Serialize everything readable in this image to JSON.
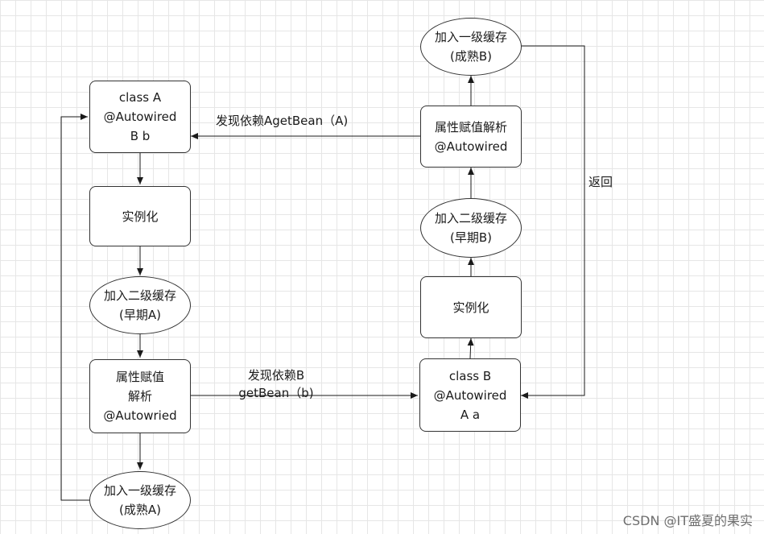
{
  "left_column": {
    "class_a": "class A\n@Autowired\nB b",
    "instantiate": "实例化",
    "add_l2_cache": "加入二级缓存\n(早期A)",
    "attr_resolve": "属性赋值\n解析\n@Autowried",
    "add_l1_cache": "加入一级缓存\n(成熟A)"
  },
  "right_column": {
    "add_l1_cache": "加入一级缓存\n(成熟B)",
    "attr_resolve": "属性赋值解析\n@Autowired",
    "add_l2_cache": "加入二级缓存\n(早期B)",
    "instantiate": "实例化",
    "class_b": "class B\n@Autowired\nA a"
  },
  "edge_labels": {
    "found_dep_a": "发现依赖AgetBean（A)",
    "found_dep_b": "发现依赖B\ngetBean（b)",
    "return": "返回"
  },
  "watermark": "CSDN @IT盛夏的果实"
}
